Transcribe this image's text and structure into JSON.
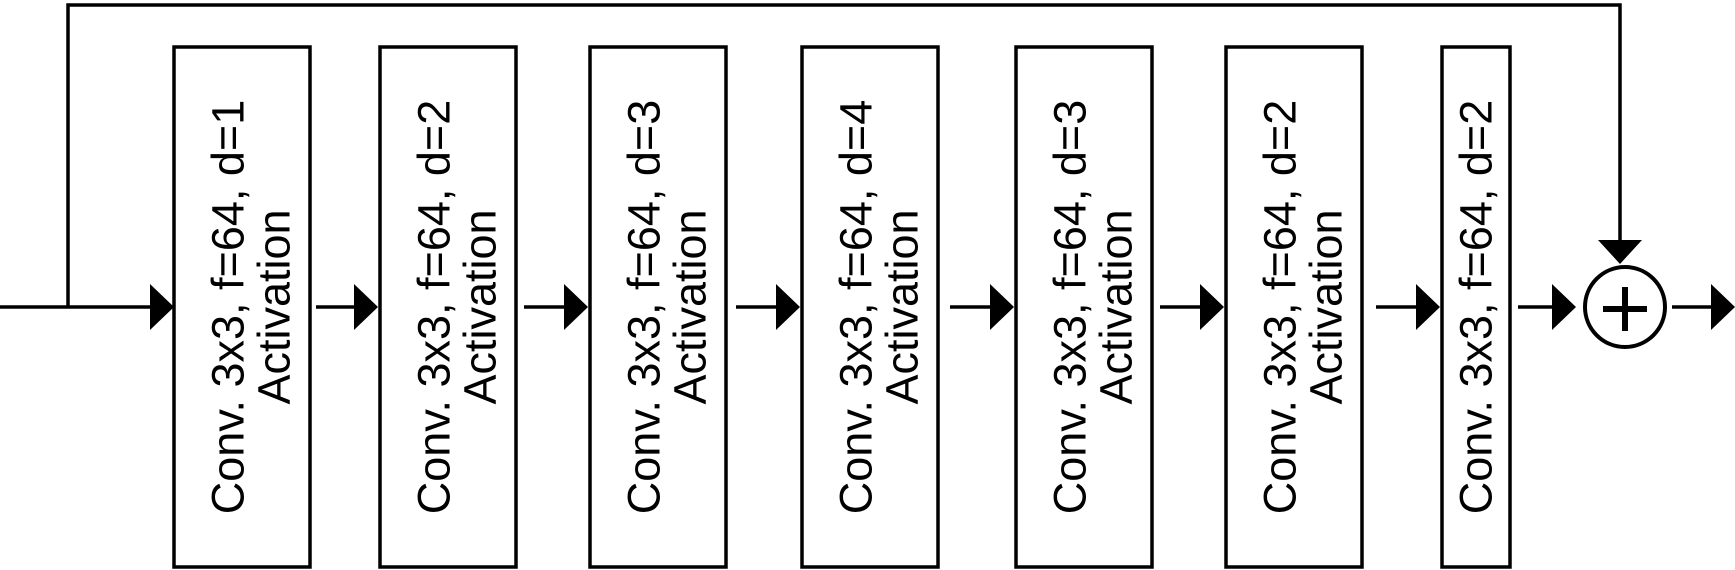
{
  "blocks": [
    {
      "conv": "Conv. 3x3, f=64, d=1",
      "activation": "Activation"
    },
    {
      "conv": "Conv. 3x3, f=64, d=2",
      "activation": "Activation"
    },
    {
      "conv": "Conv. 3x3, f=64, d=3",
      "activation": "Activation"
    },
    {
      "conv": "Conv. 3x3, f=64, d=4",
      "activation": "Activation"
    },
    {
      "conv": "Conv. 3x3, f=64, d=3",
      "activation": "Activation"
    },
    {
      "conv": "Conv. 3x3, f=64, d=2",
      "activation": "Activation"
    },
    {
      "conv": "Conv. 3x3, f=64, d=2",
      "activation": ""
    }
  ],
  "sum_node": {
    "symbol": "+"
  }
}
